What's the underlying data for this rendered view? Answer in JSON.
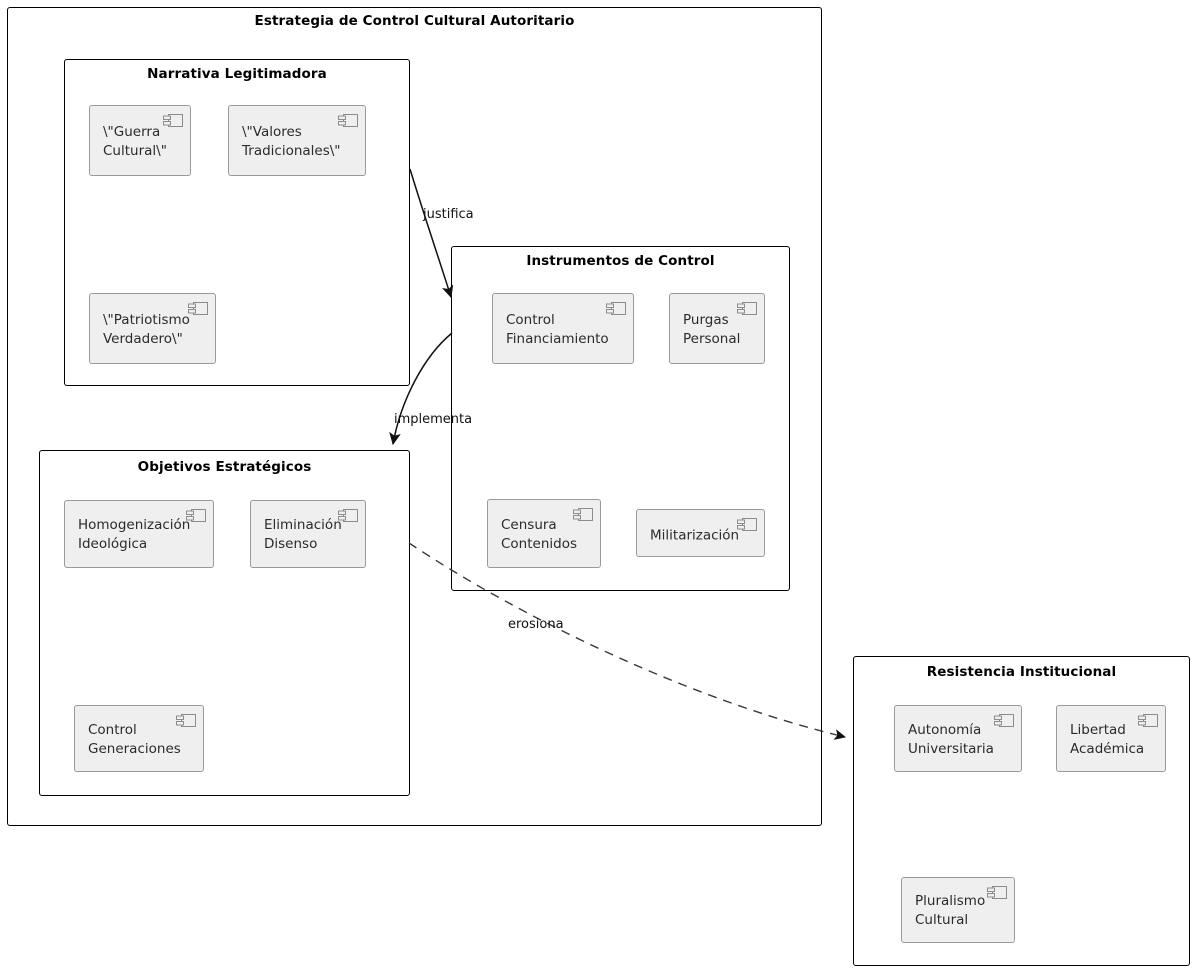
{
  "diagram": {
    "title": "Estrategia de Control Cultural Autoritario",
    "type": "uml-component-diagram",
    "colors": {
      "component_fill": "#efefef",
      "component_border": "#9a9a9a",
      "package_border": "#000000",
      "edge": "#1a1a1a",
      "canvas": "#ffffff"
    }
  },
  "packages": [
    {
      "id": "narrativa",
      "title": "Narrativa Legitimadora",
      "components": [
        {
          "label": "\\\"Guerra\nCultural\\\"",
          "icon": "uml-component-icon"
        },
        {
          "label": "\\\"Valores\nTradicionales\\\"",
          "icon": "uml-component-icon"
        },
        {
          "label": "\\\"Patriotismo\nVerdadero\\\"",
          "icon": "uml-component-icon"
        }
      ]
    },
    {
      "id": "instrumentos",
      "title": "Instrumentos de Control",
      "components": [
        {
          "label": "Control\nFinanciamiento",
          "icon": "uml-component-icon"
        },
        {
          "label": "Purgas\nPersonal",
          "icon": "uml-component-icon"
        },
        {
          "label": "Censura\nContenidos",
          "icon": "uml-component-icon"
        },
        {
          "label": "Militarización",
          "icon": "uml-component-icon"
        }
      ]
    },
    {
      "id": "objetivos",
      "title": "Objetivos Estratégicos",
      "components": [
        {
          "label": "Homogenización\nIdeológica",
          "icon": "uml-component-icon"
        },
        {
          "label": "Eliminación\nDisenso",
          "icon": "uml-component-icon"
        },
        {
          "label": "Control\nGeneraciones",
          "icon": "uml-component-icon"
        }
      ]
    },
    {
      "id": "resistencia",
      "title": "Resistencia Institucional",
      "components": [
        {
          "label": "Autonomía\nUniversitaria",
          "icon": "uml-component-icon"
        },
        {
          "label": "Libertad\nAcadémica",
          "icon": "uml-component-icon"
        },
        {
          "label": "Pluralismo\nCultural",
          "icon": "uml-component-icon"
        }
      ]
    }
  ],
  "edges": [
    {
      "id": "justifica",
      "label": "justifica",
      "from": "narrativa",
      "to": "instrumentos",
      "style": "solid",
      "arrow": "filled"
    },
    {
      "id": "implementa",
      "label": "implementa",
      "from": "instrumentos",
      "to": "objetivos",
      "style": "solid",
      "arrow": "filled"
    },
    {
      "id": "erosiona",
      "label": "erosiona",
      "from": "objetivos",
      "to": "resistencia",
      "style": "dashed",
      "arrow": "open"
    }
  ]
}
